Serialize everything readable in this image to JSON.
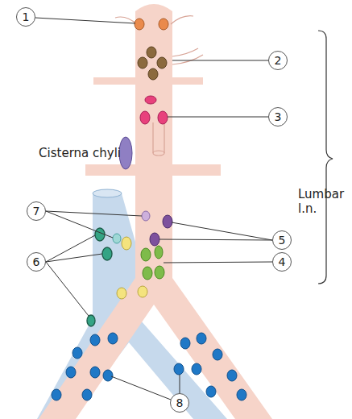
{
  "diagram": {
    "nodes": [
      {
        "text": [
          "1"
        ]
      },
      {
        "text": [
          "2"
        ]
      },
      {
        "text": [
          "3"
        ]
      },
      {
        "text": [
          "7"
        ]
      },
      {
        "text": [
          "5"
        ]
      },
      {
        "text": [
          "6"
        ]
      },
      {
        "text": [
          "4"
        ]
      },
      {
        "text": [
          "8"
        ]
      }
    ],
    "labels": [
      "Cisterna chyli",
      "Lumbar l.n."
    ]
  }
}
